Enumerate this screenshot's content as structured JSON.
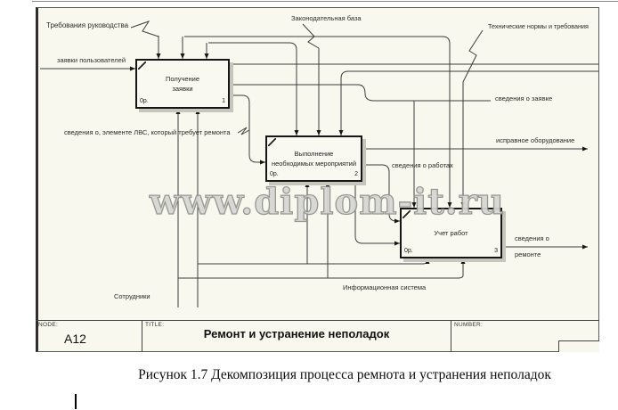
{
  "page": {
    "watermark": "www.diplom-it.ru",
    "caption": "Рисунок 1.7 Декомпозиция процесса ремнота и устранения неполадок"
  },
  "titlebar": {
    "node_label": "NODE:",
    "node": "A12",
    "title_label": "TITLE:",
    "title": "Ремонт и устранение  неполадок",
    "number_label": "NUMBER:"
  },
  "boxes": [
    {
      "line1": "Получение",
      "line2": "заявки",
      "cost": "0р.",
      "num": "1"
    },
    {
      "line1": "Выполнение",
      "line2": "необходимых мероприятий",
      "cost": "0р.",
      "num": "2"
    },
    {
      "line1": "Учет работ",
      "line2": "",
      "cost": "0р.",
      "num": "3"
    }
  ],
  "labels": {
    "management_requirements": "Требования руководства",
    "user_requests": "заявки пользователей",
    "legislative_base": "Законодательная база",
    "technical_norms": "Технические нормы и требования",
    "request_info": "сведения о заявке",
    "lan_element_info": "сведения о, элементе ЛВС, который требует ремонта",
    "working_equipment": "исправное оборудование",
    "works_info": "сведения о работах",
    "repair_info_1": "сведения о",
    "repair_info_2": "ремонте",
    "employees": "Сотрудники",
    "information_system": "Информационная система"
  }
}
